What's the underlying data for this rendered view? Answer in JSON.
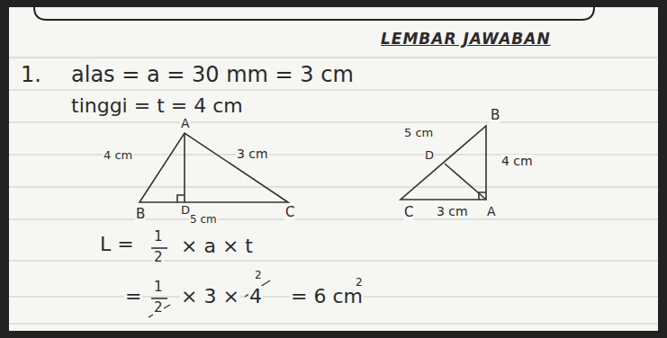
{
  "diagram": {
    "title": "LEMBAR JAWABAN",
    "labels": [
      "1.",
      "alas = a = 30 mm = 3 cm",
      "tinggi = t = 4 cm",
      "A",
      "4 cm",
      "3 cm",
      "B",
      "D",
      "5 cm",
      "C",
      "B",
      "5 cm",
      "D",
      "4 cm",
      "C",
      "3 cm",
      "A",
      "L =",
      "1",
      "2",
      "× a × t",
      "=",
      "1",
      "2",
      "× 3 ×",
      "4",
      "2",
      "= 6 cm",
      "2"
    ]
  }
}
